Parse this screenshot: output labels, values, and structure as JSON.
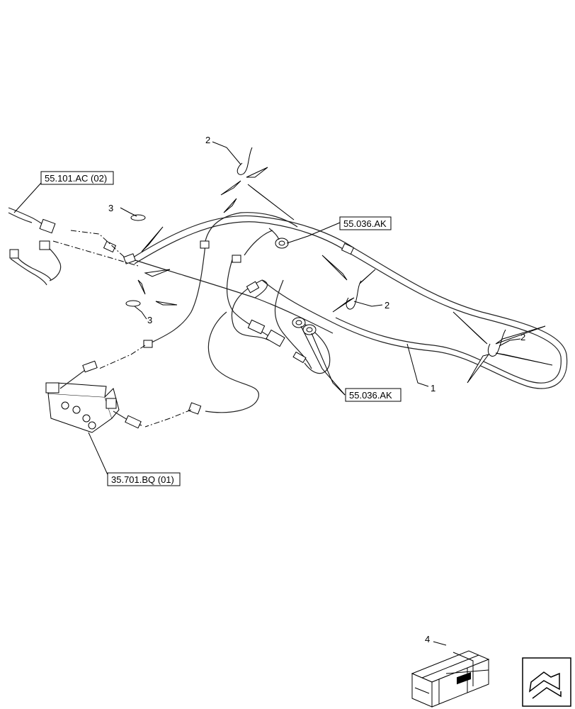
{
  "references": {
    "ref_55101": "55.101.AC (02)",
    "ref_55036_top": "55.036.AK",
    "ref_55036_bottom": "55.036.AK",
    "ref_35701": "35.701.BQ (01)"
  },
  "item_numbers": {
    "item_1": "1",
    "item_2_top": "2",
    "item_2_mid": "2",
    "item_2_right": "2",
    "item_3_top": "3",
    "item_3_bottom": "3",
    "item_4": "4"
  },
  "icons": {
    "kit_box": "crate-icon",
    "navigation": "arrow-back-icon"
  }
}
